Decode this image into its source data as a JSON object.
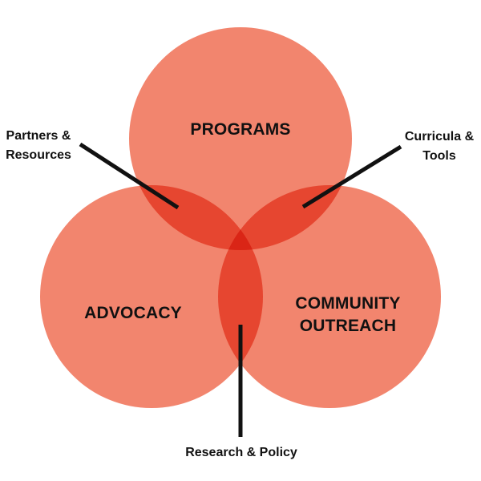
{
  "colors": {
    "circle_fill": "#f0745a",
    "overlap_fill": "#e8402a",
    "leader_line": "#111111",
    "text": "#111111",
    "background": "#ffffff"
  },
  "circles": {
    "programs": "PROGRAMS",
    "advocacy": "ADVOCACY",
    "community_line1": "COMMUNITY",
    "community_line2": "OUTREACH"
  },
  "callouts": {
    "partners_line1": "Partners &",
    "partners_line2": "Resources",
    "curricula_line1": "Curricula &",
    "curricula_line2": "Tools",
    "research": "Research & Policy"
  }
}
